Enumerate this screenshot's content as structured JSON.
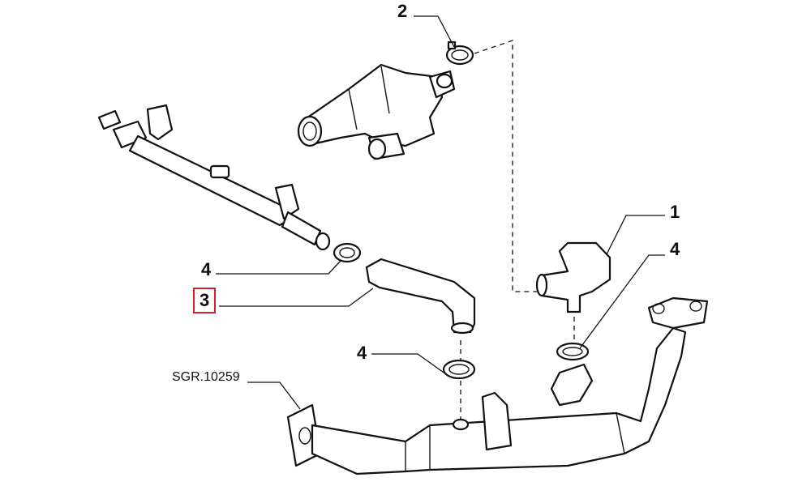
{
  "callouts": {
    "c1": "1",
    "c2": "2",
    "c3": "3",
    "c4a": "4",
    "c4b": "4",
    "c4c": "4"
  },
  "reference": "SGR.10259",
  "highlight_color": "#d4202a"
}
